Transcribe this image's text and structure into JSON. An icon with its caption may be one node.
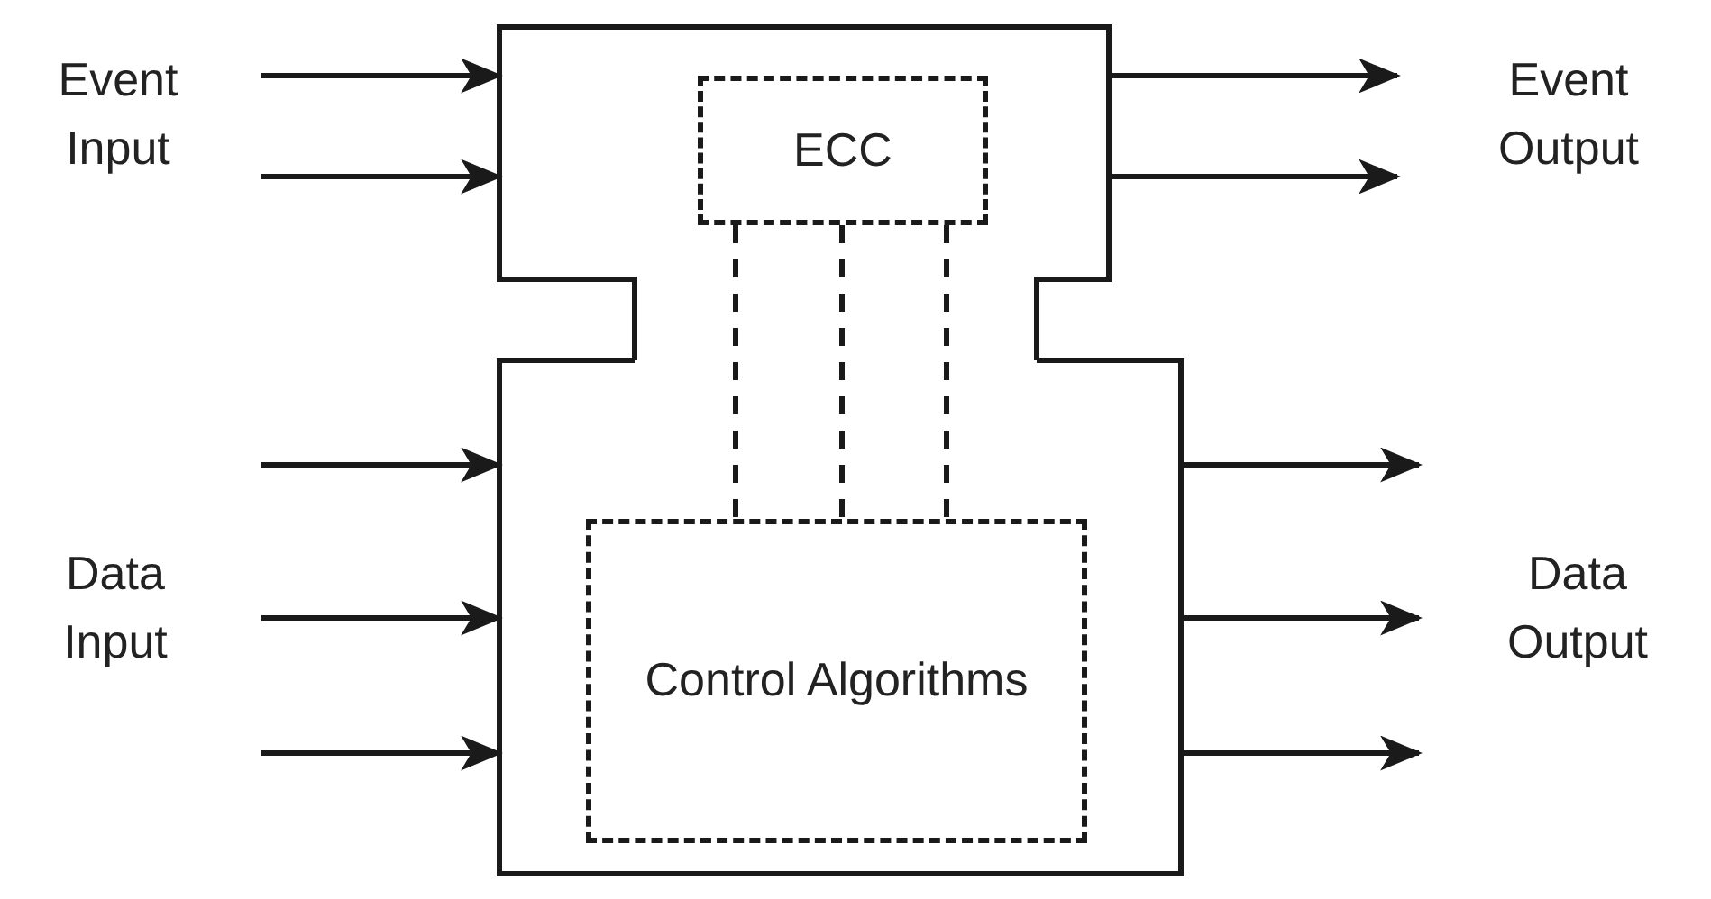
{
  "diagram": {
    "nodes": [
      {
        "text": [],
        "shape": "box"
      },
      {
        "text": [
          "ECC"
        ],
        "in": 0
      },
      {
        "text": [],
        "shape": "box"
      },
      {
        "text": [
          "Control Algorithms"
        ],
        "in": 2
      }
    ],
    "edges": [
      {
        "from": null,
        "to": 0,
        "arrow": "to"
      },
      {
        "from": null,
        "to": 0,
        "arrow": "to"
      },
      {
        "from": 0,
        "to": null,
        "arrow": "to"
      },
      {
        "from": 0,
        "to": null,
        "arrow": "to"
      },
      {
        "from": 1,
        "to": 3,
        "arrow": "none",
        "style": "dashed"
      },
      {
        "from": 1,
        "to": 3,
        "arrow": "none",
        "style": "dashed"
      },
      {
        "from": 1,
        "to": 3,
        "arrow": "none",
        "style": "dashed"
      },
      {
        "from": null,
        "to": 2,
        "arrow": "to"
      },
      {
        "from": null,
        "to": 2,
        "arrow": "to"
      },
      {
        "from": null,
        "to": 2,
        "arrow": "to"
      },
      {
        "from": 2,
        "to": null,
        "arrow": "to"
      },
      {
        "from": 2,
        "to": null,
        "arrow": "to"
      },
      {
        "from": 2,
        "to": null,
        "arrow": "to"
      }
    ],
    "labels": [
      "Event Input",
      "Event Output",
      "Data Input",
      "Data Output"
    ]
  }
}
